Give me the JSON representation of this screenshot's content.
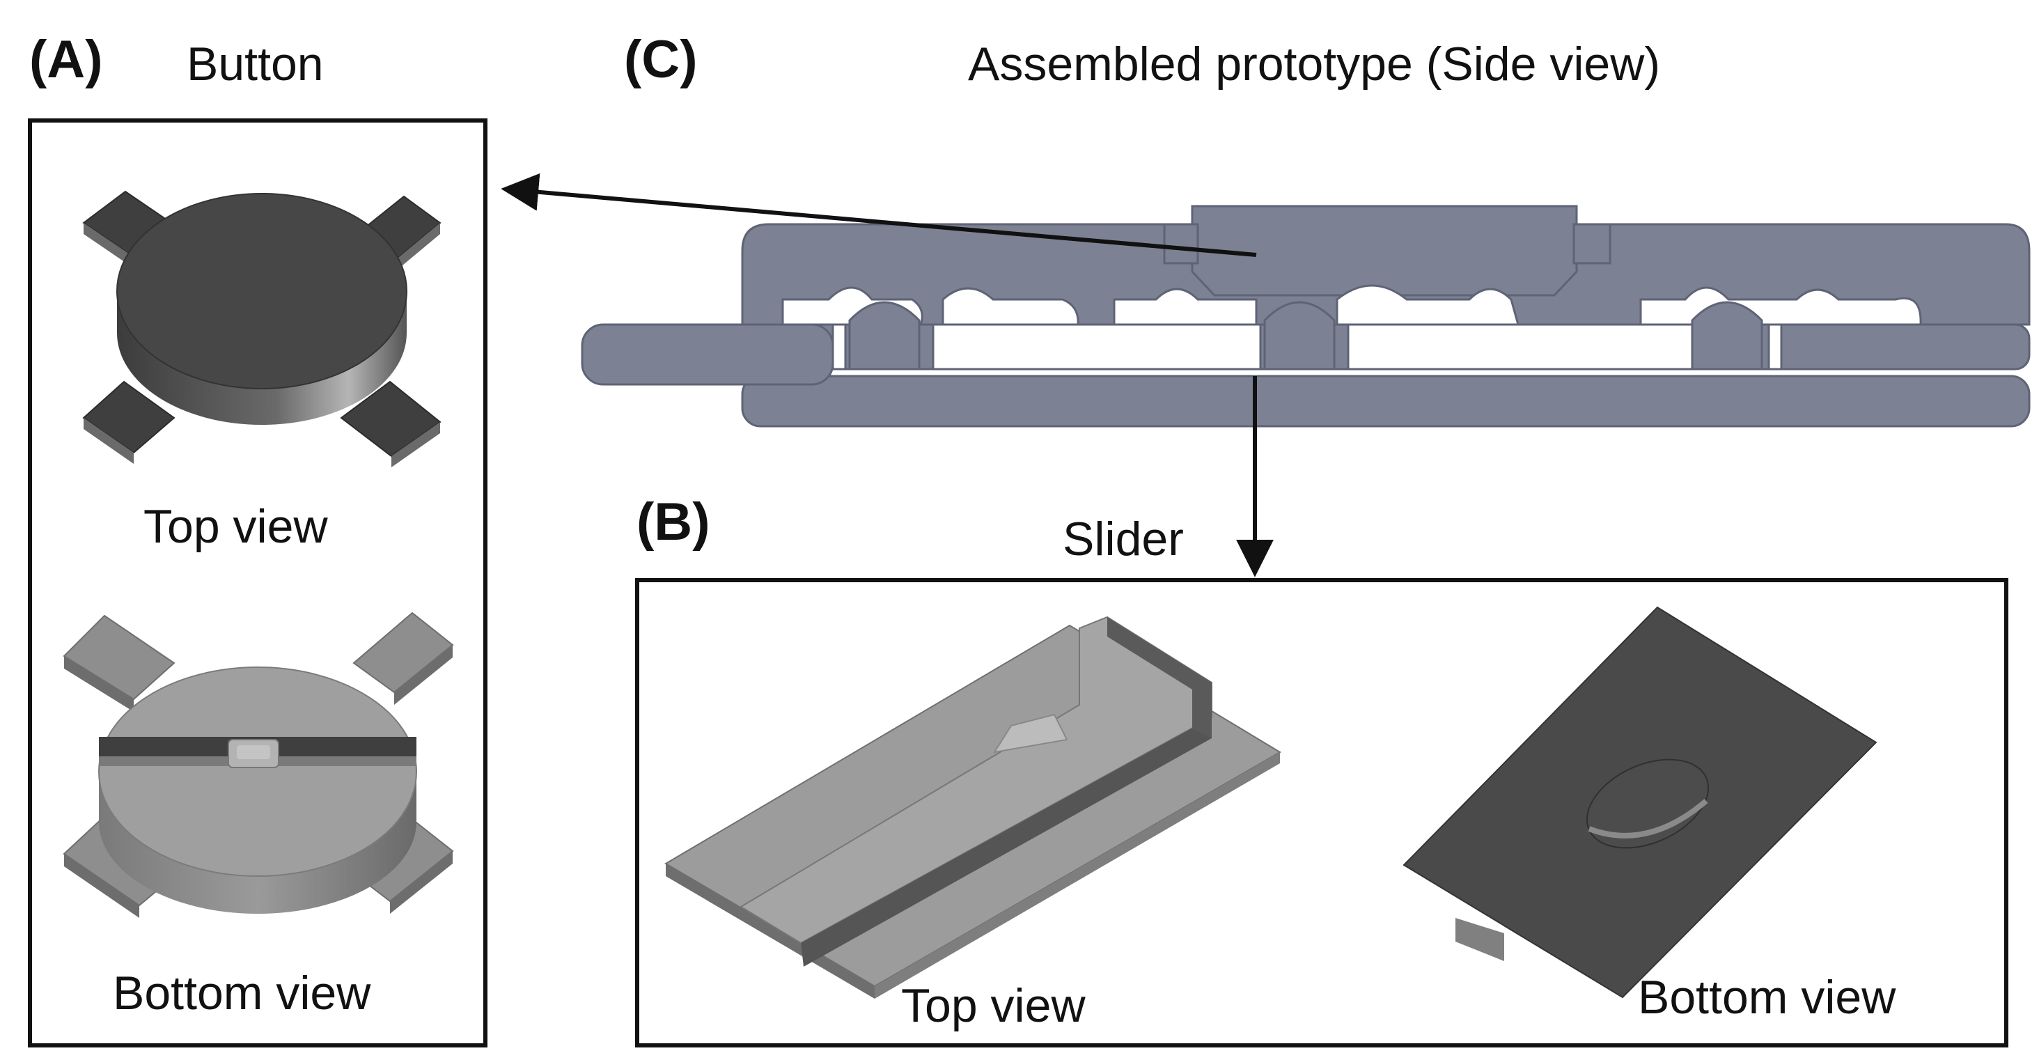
{
  "panels": {
    "a": {
      "letter": "(A)",
      "title": "Button",
      "top_caption": "Top view",
      "bottom_caption": "Bottom view"
    },
    "b": {
      "letter": "(B)",
      "title": "Slider",
      "top_caption": "Top view",
      "bottom_caption": "Bottom view"
    },
    "c": {
      "letter": "(C)",
      "title": "Assembled prototype (Side view)"
    }
  },
  "colors": {
    "frame": "#111111",
    "dark_part": "#4a4a4a",
    "mid_part": "#8c8c8c",
    "light_part": "#a6a6a6",
    "assembly": "#7c8294",
    "assembly_dark": "#5e6375"
  }
}
